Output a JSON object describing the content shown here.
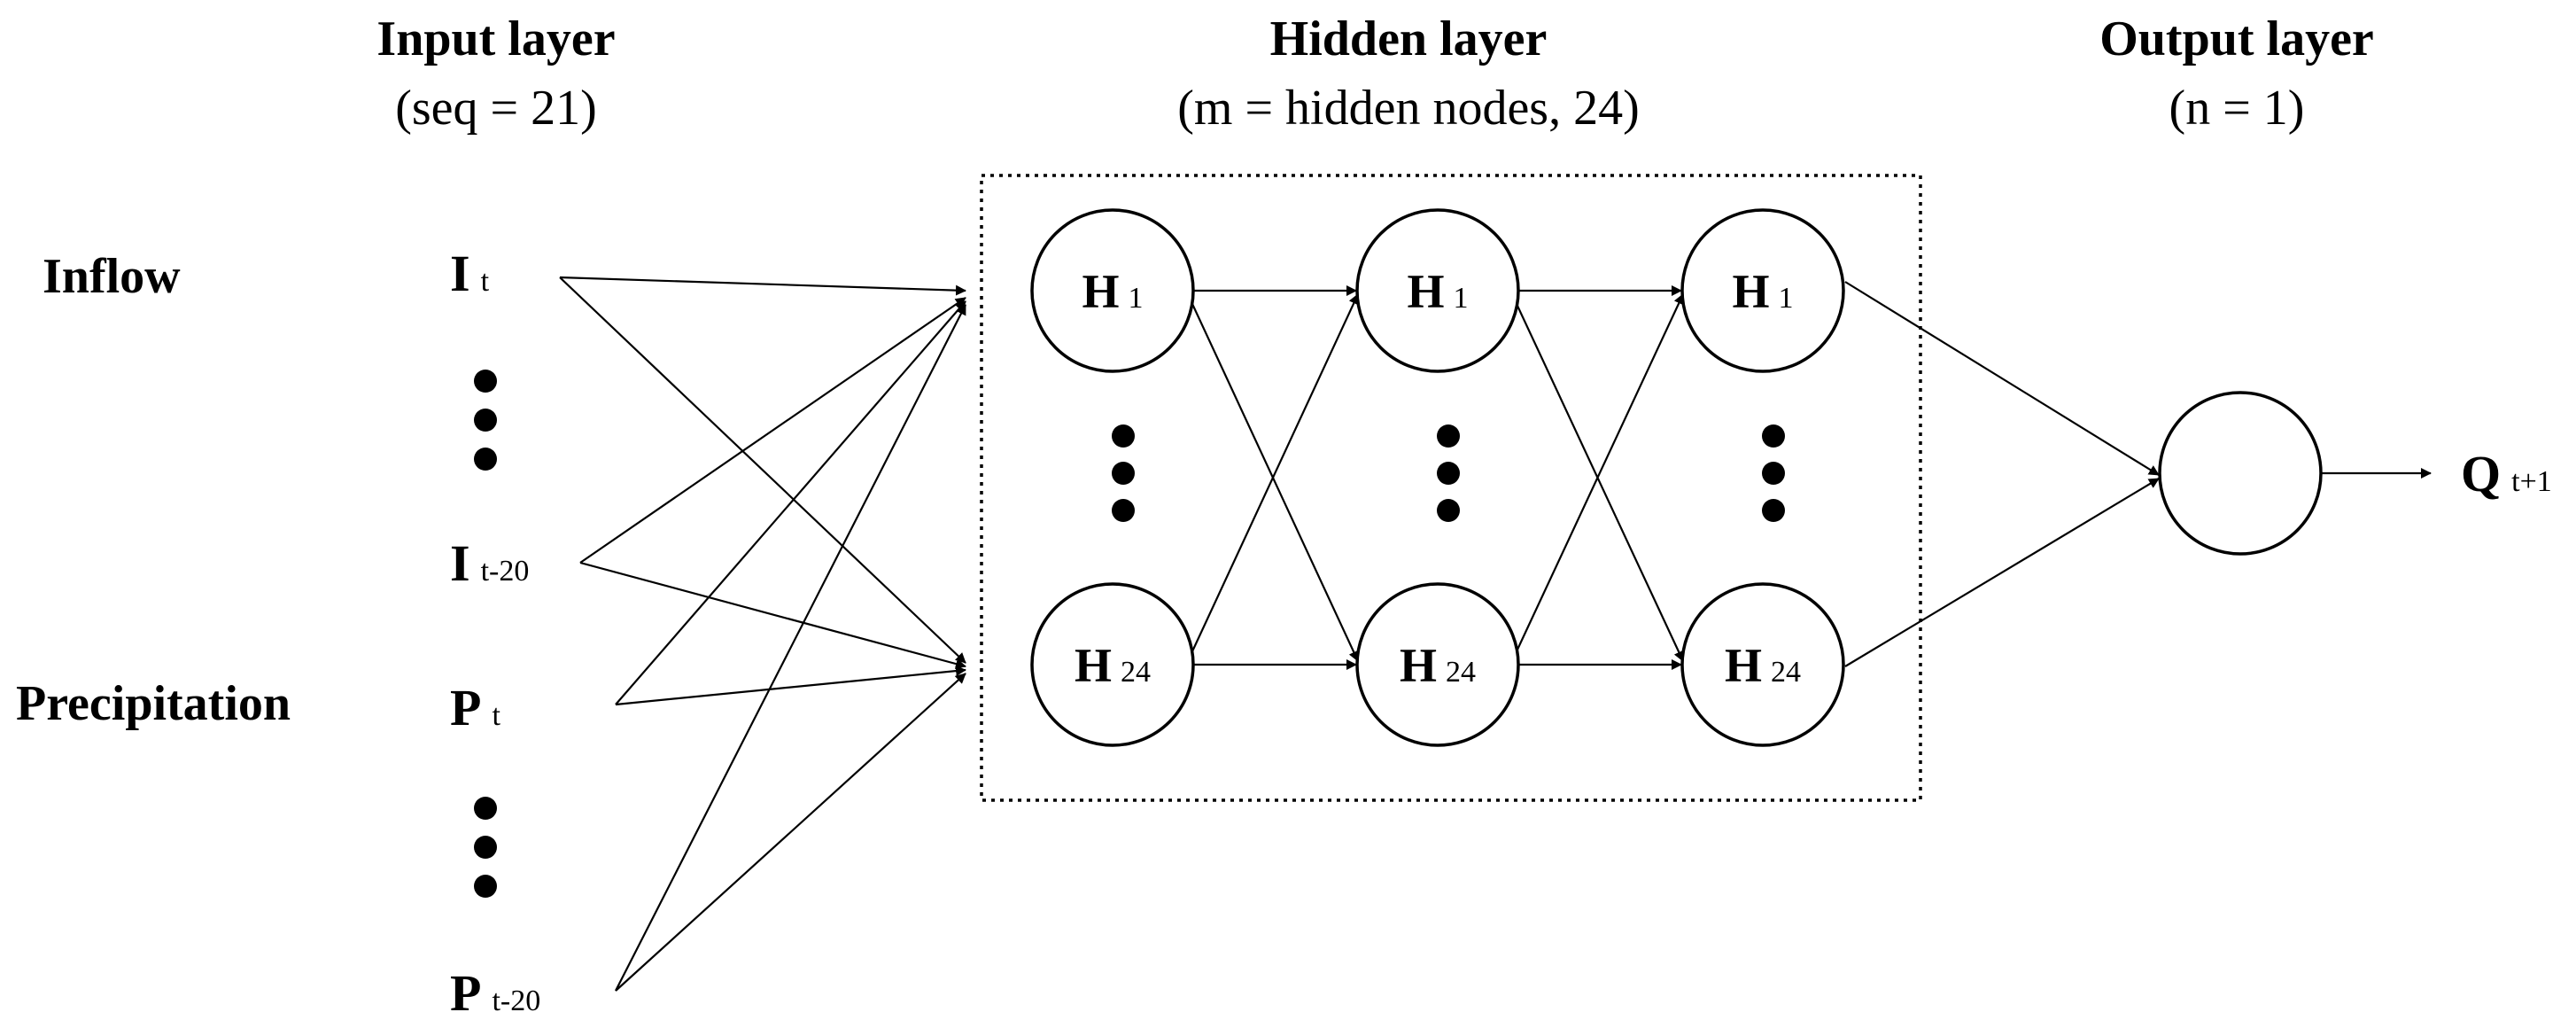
{
  "headers": {
    "input": {
      "title": "Input layer",
      "sub": "(seq = 21)"
    },
    "hidden": {
      "title": "Hidden layer",
      "sub": "(m = hidden nodes, 24)"
    },
    "output": {
      "title": "Output layer",
      "sub": "(n = 1)"
    }
  },
  "side_labels": {
    "inflow": "Inflow",
    "precip": "Precipitation"
  },
  "inputs": {
    "i_t": {
      "base": "I",
      "sub": "t"
    },
    "i_t20": {
      "base": "I",
      "sub": "t-20"
    },
    "p_t": {
      "base": "P",
      "sub": "t"
    },
    "p_t20": {
      "base": "P",
      "sub": "t-20"
    }
  },
  "hidden_nodes": {
    "top": {
      "base": "H",
      "sub": "1"
    },
    "bottom": {
      "base": "H",
      "sub": "24"
    }
  },
  "output_label": {
    "base": "Q",
    "sub": "t+1"
  }
}
